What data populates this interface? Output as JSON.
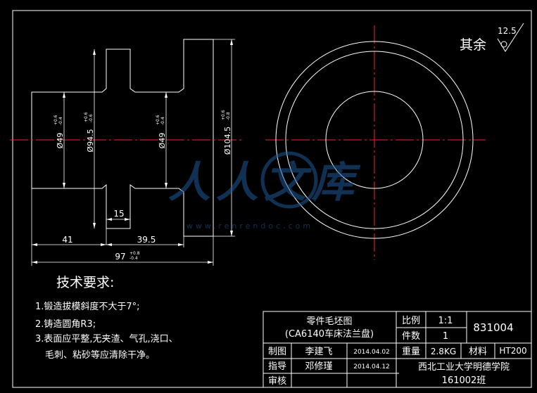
{
  "dimensions": {
    "d_left": "Ø49",
    "d_left_tol": [
      "+0.6",
      "-0.4"
    ],
    "d_center": "Ø94.5",
    "d_center_tol": [
      "+0.6",
      "-0.6"
    ],
    "d_mid": "Ø49",
    "d_mid_tol": [
      "+0.6",
      "-0.4"
    ],
    "d_right": "Ø104.5",
    "d_right_tol": [
      "+0.6",
      "-0.8"
    ],
    "len_flange": "15",
    "len_left": "41",
    "len_mid": "39.5",
    "len_total": "97",
    "len_total_tol": [
      "+0.8",
      "-0.4"
    ]
  },
  "surface_finish": {
    "label": "其余",
    "roughness": "12.5"
  },
  "tech_requirements": {
    "title": "技术要求:",
    "items": [
      "1.锻造拔模斜度不大于7°;",
      "2.铸造圆角R3;",
      "3.表面应平整,无夹渣、气孔,浇口、",
      "毛刺、粘砂等应清除干净。"
    ]
  },
  "title_block": {
    "part_name_1": "零件毛坯图",
    "part_name_2": "(CA6140车床法兰盘)",
    "scale_label": "比例",
    "scale_value": "1:1",
    "qty_label": "件数",
    "qty_value": "1",
    "drawing_no": "831004",
    "drawn_label": "制图",
    "drawn_by": "李建飞",
    "drawn_date": "2014.04.02",
    "weight_label": "重量",
    "weight_value": "2.8KG",
    "material_label": "材料",
    "material_value": "HT200",
    "guide_label": "指导",
    "guide_by": "邓修瑾",
    "guide_date": "2014.04.12",
    "school": "西北工业大学明德学院",
    "class": "161002班",
    "review_label": "审核"
  },
  "watermark": {
    "text": "人人文库",
    "url": "www.renrendoc.com"
  },
  "colors": {
    "background": "#000000",
    "line": "#ffffff",
    "centerline": "#ff2020",
    "watermark": "#1e5a9a"
  }
}
